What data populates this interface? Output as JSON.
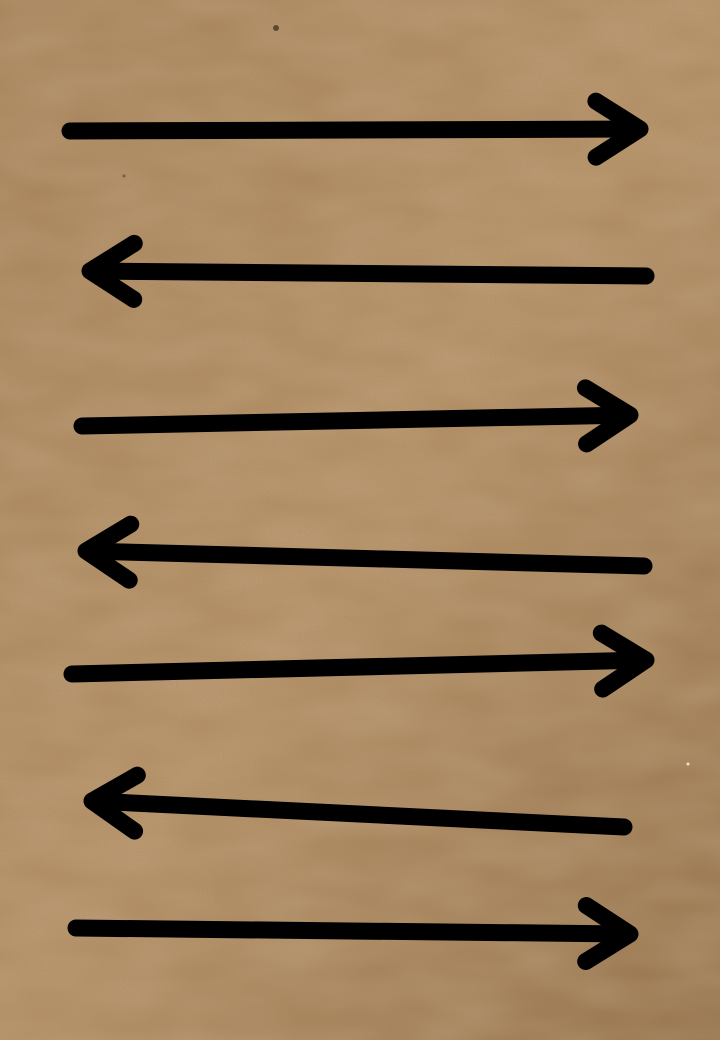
{
  "background": {
    "material": "kraft cardboard",
    "base_color": "#a57d53",
    "light_color": "#b58d62",
    "dark_color": "#8f6a43"
  },
  "arrow_color": "#000000",
  "arrows": [
    {
      "direction": "right"
    },
    {
      "direction": "left"
    },
    {
      "direction": "right"
    },
    {
      "direction": "left"
    },
    {
      "direction": "right"
    },
    {
      "direction": "left"
    },
    {
      "direction": "right"
    }
  ]
}
